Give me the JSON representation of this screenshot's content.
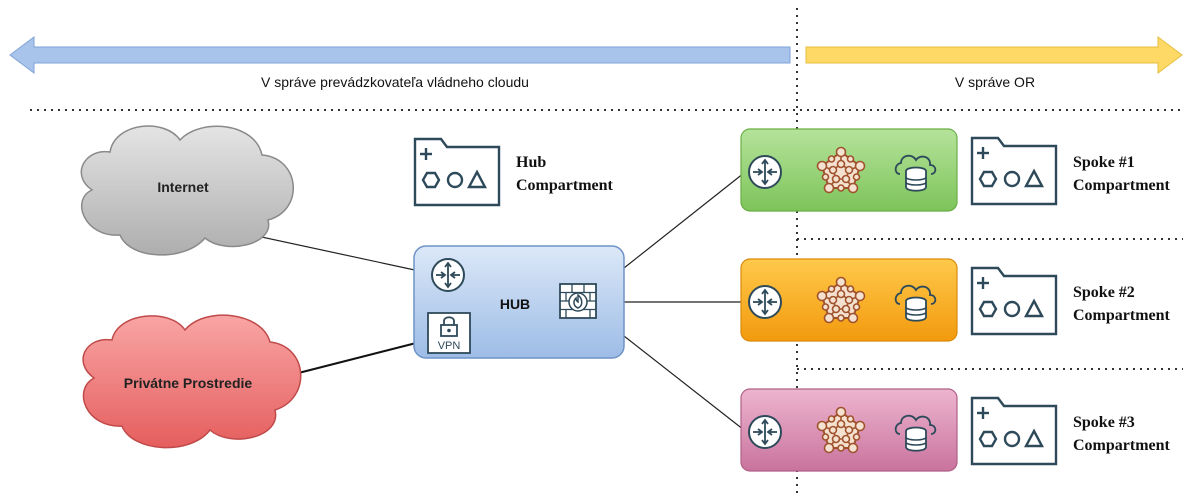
{
  "header": {
    "left_label": "V správe prevádzkovateľa vládneho cloudu",
    "right_label": "V správe OR",
    "left_arrow_color": "#A9C4EB",
    "right_arrow_color": "#FFD966"
  },
  "clouds": {
    "internet": {
      "label": "Internet",
      "color": "#C8C8C8"
    },
    "private": {
      "label": "Privátne Prostredie",
      "color": "#F07C7C"
    }
  },
  "hub": {
    "label": "HUB",
    "compartment_line1": "Hub",
    "compartment_line2": "Compartment",
    "vpn_label": "VPN",
    "color": "#C5D8F2"
  },
  "spokes": [
    {
      "line1": "Spoke #1",
      "line2": "Compartment",
      "color": "#97D077"
    },
    {
      "line1": "Spoke #2",
      "line2": "Compartment",
      "color": "#F5A623"
    },
    {
      "line1": "Spoke #3",
      "line2": "Compartment",
      "color": "#D98FB2"
    }
  ],
  "icons": {
    "router": "router-icon",
    "firewall": "firewall-icon",
    "vpn": "vpn-lock-icon",
    "cluster": "cluster-network-icon",
    "database": "cloud-database-icon",
    "compartment": "compartment-folder-icon"
  }
}
